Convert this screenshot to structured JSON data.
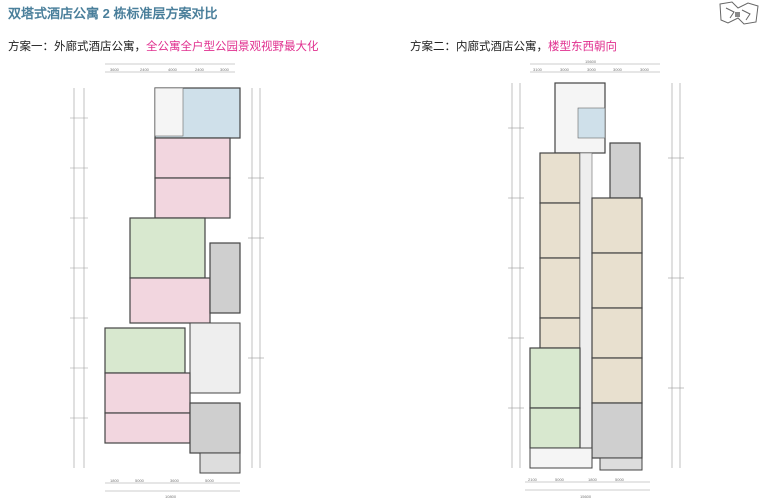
{
  "header": {
    "title": "双塔式酒店公寓 2 栋标准层方案对比"
  },
  "scheme1": {
    "prefix": "方案一：外廊式酒店公寓，",
    "highlight": "全公寓全户型公园景观视野最大化",
    "top_dims": [
      "3600",
      "2400",
      "4000",
      "2400",
      "3000"
    ],
    "bottom_dims": [
      "1800",
      "5000",
      "3600",
      "5000"
    ],
    "bottom_total": "10800"
  },
  "scheme2": {
    "prefix": "方案二：内廊式酒店公寓，",
    "highlight": "楼型东西朝向",
    "top_dims": [
      "3100",
      "3000",
      "3000",
      "3000",
      "3000"
    ],
    "top_total": "15600",
    "bottom_dims": [
      "2100",
      "5000",
      "1800",
      "5000"
    ],
    "bottom_total": "15600"
  },
  "colors": {
    "title": "#4a7f9b",
    "highlight": "#e0308f",
    "unit_pink": "#f2d6df",
    "unit_green": "#d8e8cf",
    "unit_beige": "#e8e0cf",
    "unit_blue": "#cfe0ea",
    "wall": "#444444",
    "core": "#cfcfcf"
  }
}
